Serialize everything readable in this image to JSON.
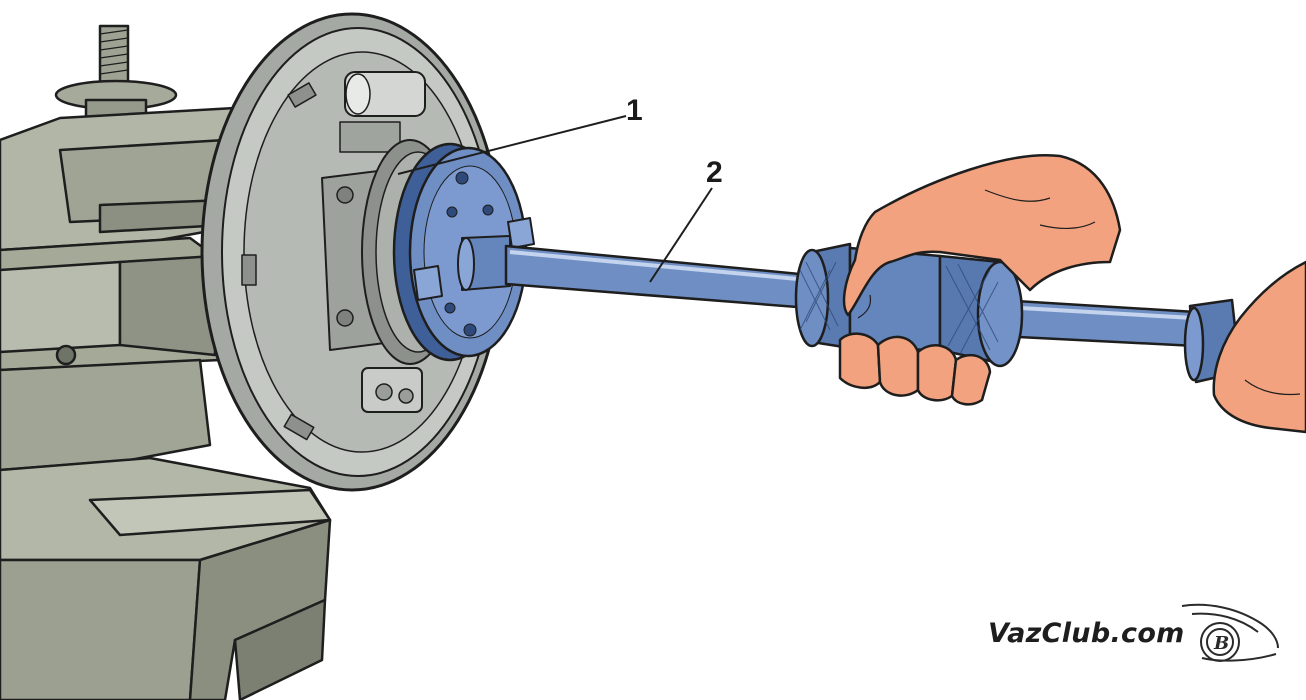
{
  "callouts": [
    {
      "number": "1"
    },
    {
      "number": "2"
    }
  ],
  "watermark": {
    "text": "VazClub.com"
  },
  "colors": {
    "tool_blue": "#6f8fc4",
    "tool_blue_dark": "#3f5f98",
    "vise_gray": "#a9ae9f",
    "vise_gray_dark": "#7f8577",
    "brake_plate": "#b9bdb8",
    "skin": "#f2a27e",
    "outline": "#1e1e1e"
  }
}
